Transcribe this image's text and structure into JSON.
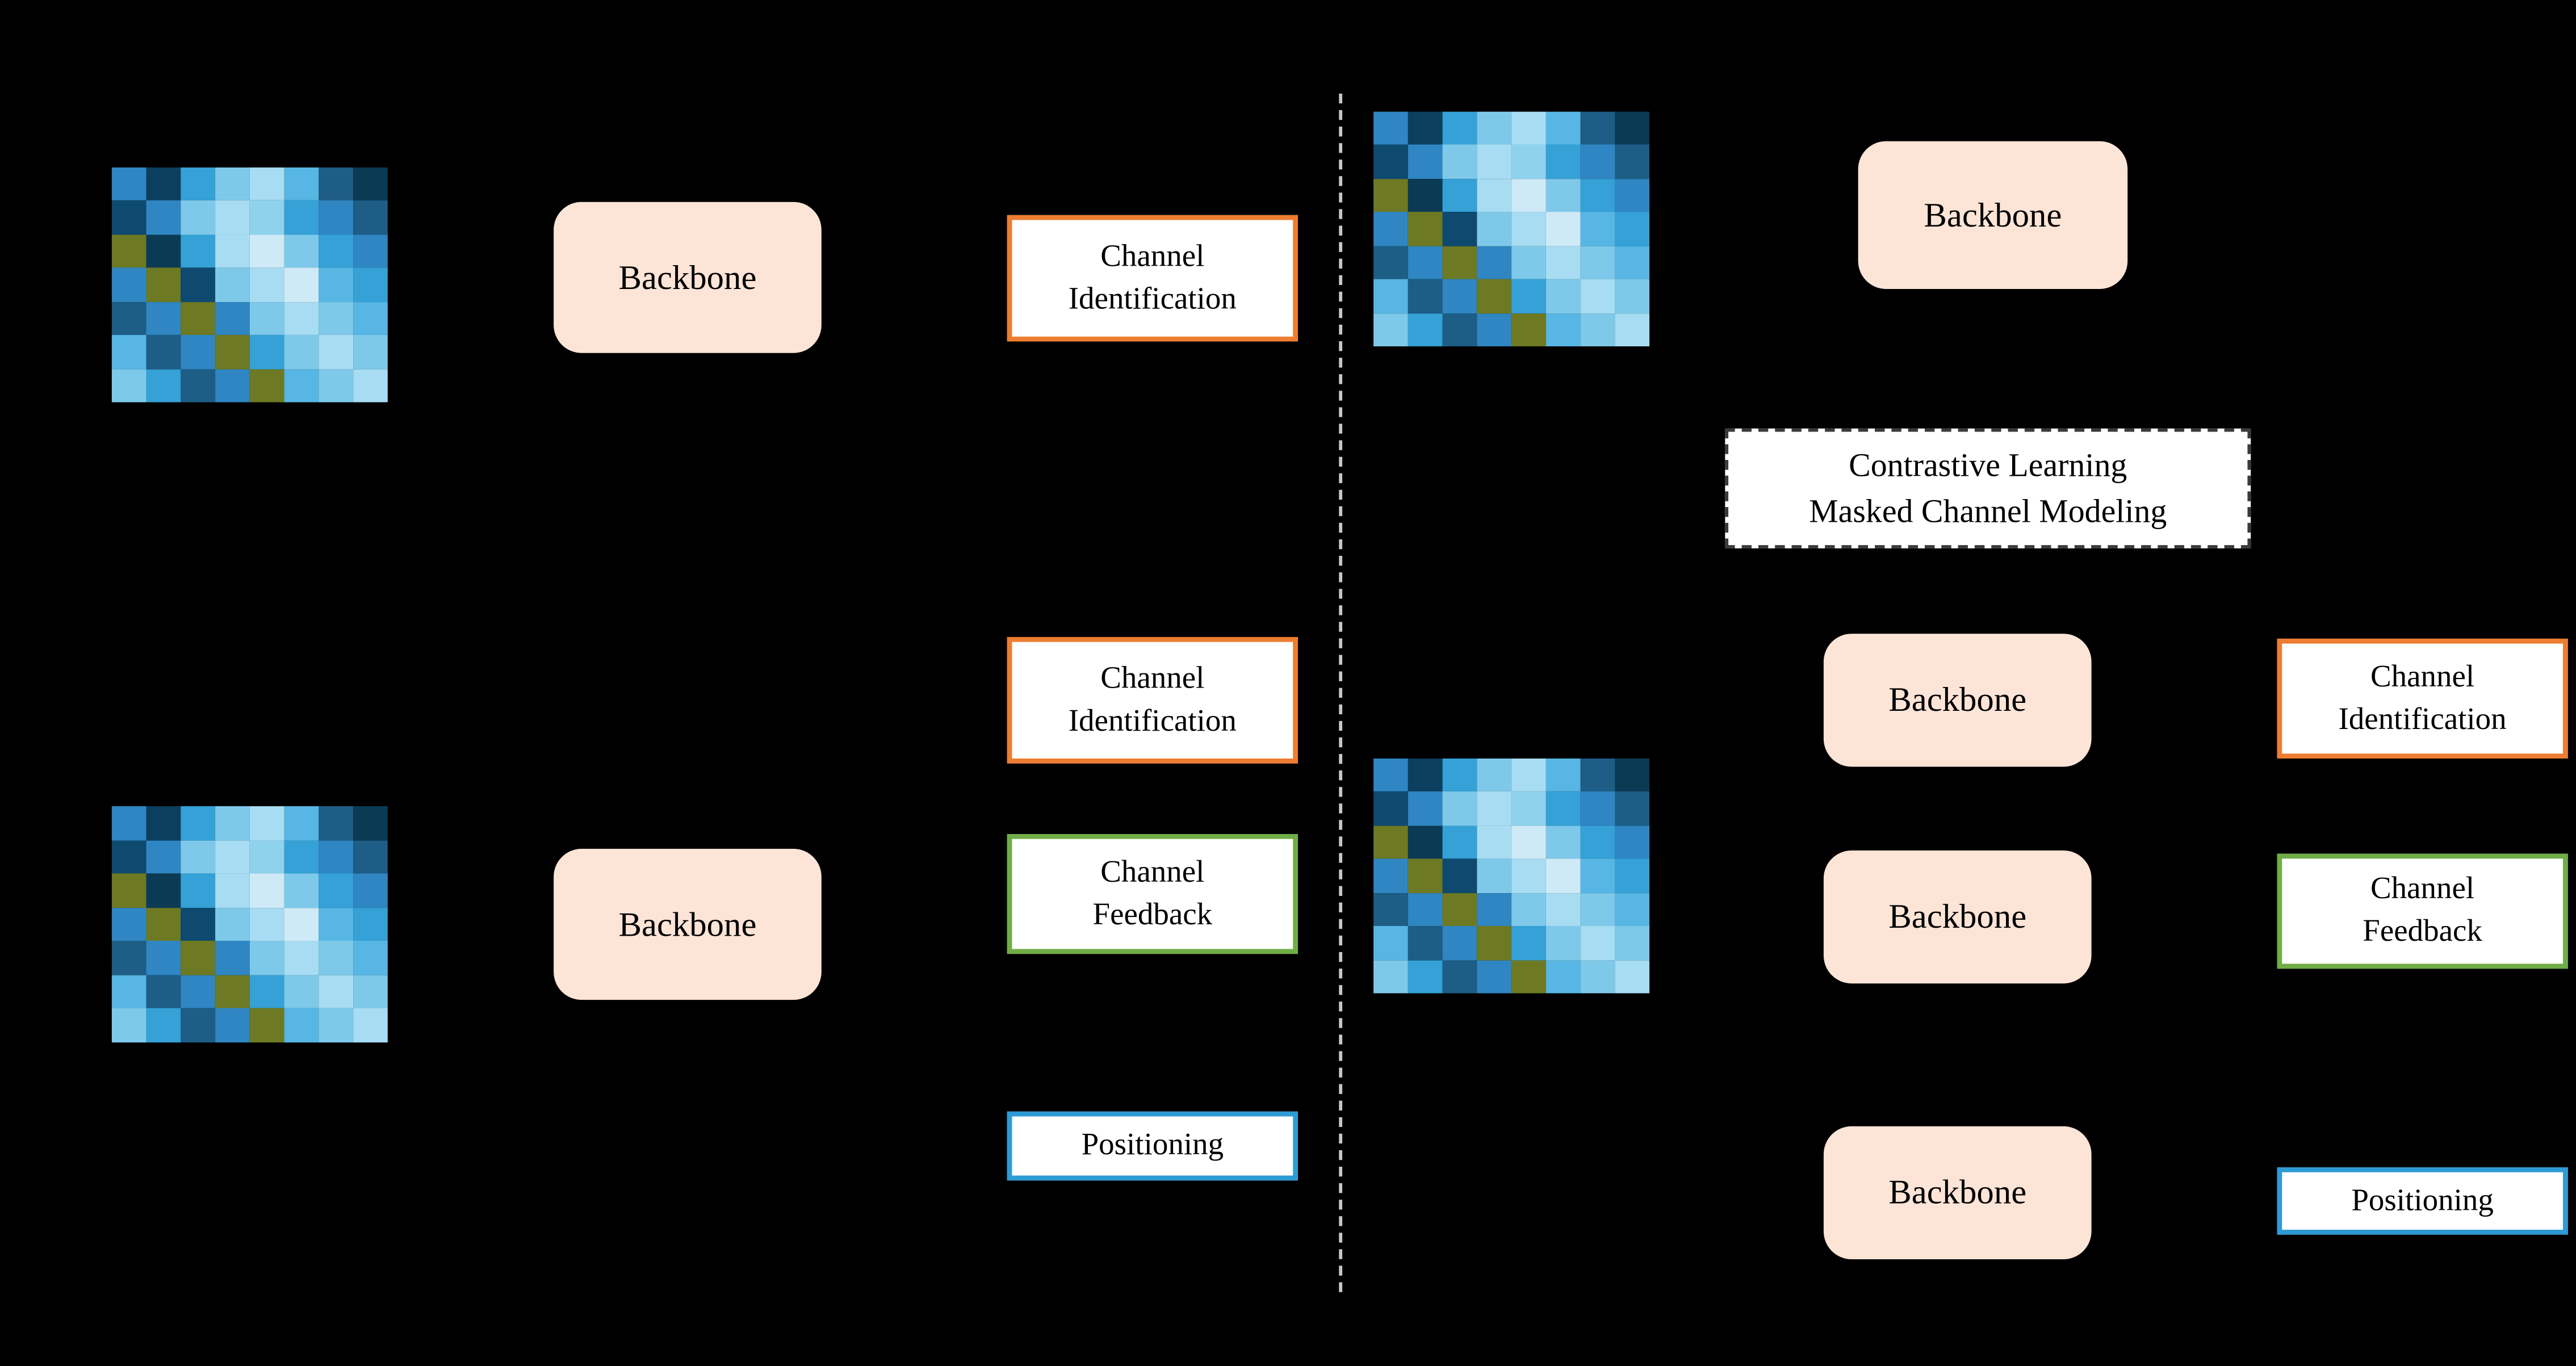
{
  "colors": {
    "background": "#000000",
    "backbone-fill": "#fce4d6",
    "task-fill": "#ffffff",
    "orange-border": "#ed7d31",
    "green-border": "#70ad47",
    "blue-border": "#2e9bd5",
    "divider": "#c8c8c8",
    "pretrain-border": "#3a3a3a"
  },
  "left": {
    "top_backbone": "Backbone",
    "top_task": {
      "line1": "Channel",
      "line2": "Identification"
    },
    "bottom_backbone": "Backbone",
    "tasks": {
      "channel_identification": {
        "line1": "Channel",
        "line2": "Identification"
      },
      "channel_feedback": {
        "line1": "Channel",
        "line2": "Feedback"
      },
      "positioning": "Positioning"
    }
  },
  "right": {
    "top_backbone": "Backbone",
    "pretrain": {
      "line1": "Contrastive Learning",
      "line2": "Masked Channel Modeling"
    },
    "backbones": {
      "b1": "Backbone",
      "b2": "Backbone",
      "b3": "Backbone"
    },
    "tasks": {
      "channel_identification": {
        "line1": "Channel",
        "line2": "Identification"
      },
      "channel_feedback": {
        "line1": "Channel",
        "line2": "Feedback"
      },
      "positioning": "Positioning"
    }
  },
  "heatmap": {
    "rows": 7,
    "cols": 8,
    "cells": [
      [
        "#2f86c2",
        "#0c3e5e",
        "#35a1d6",
        "#7ec9ea",
        "#a7dcf2",
        "#57b6e3",
        "#1d5d86",
        "#0b3a55"
      ],
      [
        "#0e4a70",
        "#2f86c2",
        "#7ec9ea",
        "#a7dcf2",
        "#8fd2ee",
        "#35a1d6",
        "#2f86c2",
        "#1d5d86"
      ],
      [
        "#6d7a23",
        "#0b3a55",
        "#35a1d6",
        "#a7dcf2",
        "#cfeaf7",
        "#7ec9ea",
        "#35a1d6",
        "#2f86c2"
      ],
      [
        "#2f86c2",
        "#6d7a23",
        "#0e4a70",
        "#7ec9ea",
        "#a7dcf2",
        "#cfeaf7",
        "#57b6e3",
        "#35a1d6"
      ],
      [
        "#1d5d86",
        "#2f86c2",
        "#6d7a23",
        "#2f86c2",
        "#7ec9ea",
        "#a7dcf2",
        "#7ec9ea",
        "#57b6e3"
      ],
      [
        "#57b6e3",
        "#1d5d86",
        "#2f86c2",
        "#6d7a23",
        "#35a1d6",
        "#7ec9ea",
        "#a7dcf2",
        "#7ec9ea"
      ],
      [
        "#7ec9ea",
        "#35a1d6",
        "#1d5d86",
        "#2f86c2",
        "#6d7a23",
        "#57b6e3",
        "#7ec9ea",
        "#a7dcf2"
      ]
    ]
  }
}
